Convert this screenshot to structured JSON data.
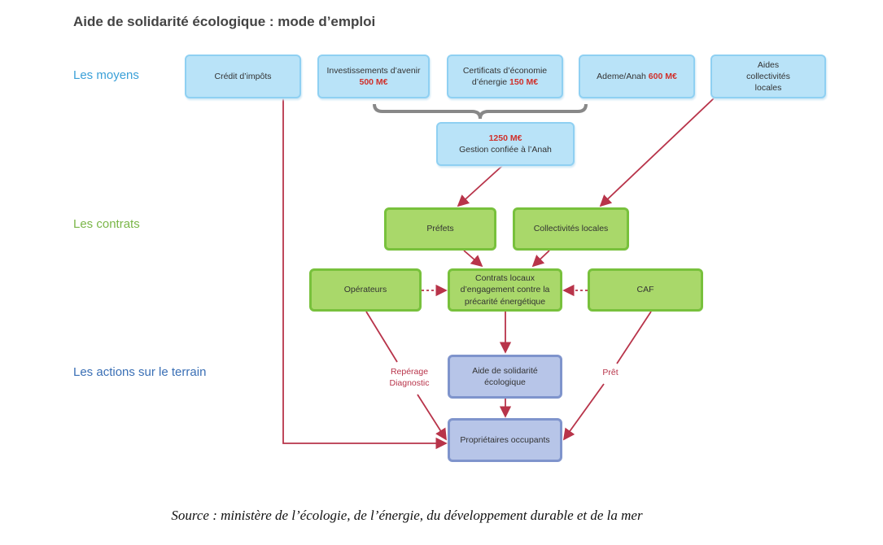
{
  "title": "Aide de solidarité écologique : mode d’emploi",
  "rows": {
    "moyens": "Les moyens",
    "contrats": "Les contrats",
    "actions": "Les actions sur le terrain"
  },
  "colors": {
    "moyens": "#3aa0d8",
    "contrats": "#7ab648",
    "actions": "#3a6fb5",
    "arrow": "#b8344a"
  },
  "moyens": {
    "credit": "Crédit d’impôts",
    "invest_text": "Investissements d’avenir",
    "invest_amount": "500 M€",
    "cee_text": "Certificats d’économie d’énergie",
    "cee_amount": "150 M€",
    "ademe_text": "Ademe/Anah",
    "ademe_amount": "600 M€",
    "aides": "Aides collectivités locales",
    "total_amount": "1250 M€",
    "total_text": "Gestion confiée à l’Anah"
  },
  "contrats": {
    "prefets": "Préfets",
    "collectivites": "Collectivités locales",
    "operateurs": "Opérateurs",
    "contrats_locaux": "Contrats locaux d’engagement contre la précarité énergétique",
    "caf": "CAF"
  },
  "actions": {
    "aide": "Aide de solidarité écologique",
    "proprietaires": "Propriétaires occupants",
    "reperage": "Repérage",
    "diagnostic": "Diagnostic",
    "pret": "Prêt"
  },
  "source": "Source : ministère de l’écologie, de l’énergie, du développement durable et de la mer"
}
